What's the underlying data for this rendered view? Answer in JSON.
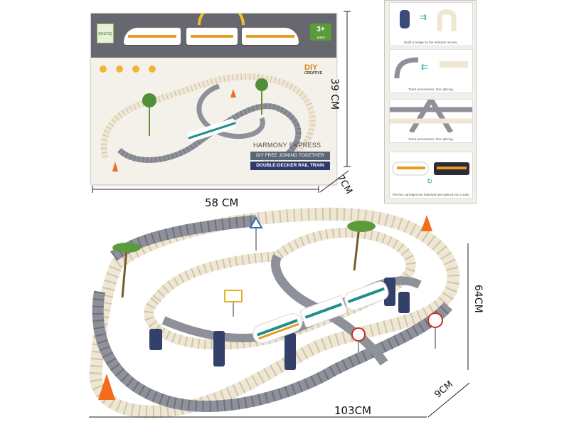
{
  "box": {
    "brand_text": "BOUTIQ",
    "age": "3+",
    "age_sub": "AGES",
    "diy": "DIY",
    "diy_sub": "CREATIVE",
    "title": "HARMONY EXPRESS",
    "tagline": "DIY FREE JOINING TOGETHER",
    "subtitle": "DOUBLE-DECKER RAIL TRAIN"
  },
  "instructions": [
    {
      "caption": "Build a bridge by the indicator arrows."
    },
    {
      "caption": "Track accessories, free splicing."
    },
    {
      "caption": "Track accessories, free splicing."
    },
    {
      "caption": "The two carriages are fastened and spliced into a train."
    }
  ],
  "dimensions": {
    "box_width": "58 CM",
    "box_height": "39 CM",
    "box_depth": "7CM",
    "set_length": "103CM",
    "set_width": "64CM",
    "set_height": "9CM"
  },
  "colors": {
    "track_cream": "#efe7d3",
    "track_grey": "#8e919a",
    "train_accent": "#e89a1c",
    "train_stripe": "#1f8f8a",
    "cone": "#f36b1c",
    "box_header": "#67676f"
  },
  "icons": [
    "palm-tree-icon",
    "traffic-cone-icon",
    "stop-sign-icon",
    "warning-sign-icon",
    "arrow-icon"
  ]
}
